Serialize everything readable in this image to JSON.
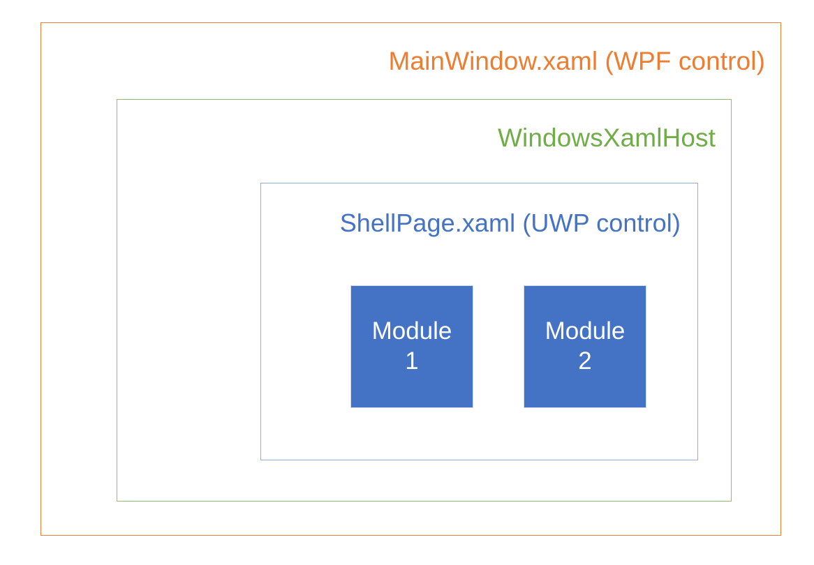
{
  "diagram": {
    "title": "MainWindow.xaml (WPF control)",
    "type": "nested-containers",
    "background_color": "#FFFFFF",
    "layers": [
      {
        "id": "mainwindow",
        "label": "MainWindow.xaml (WPF control)",
        "border_color": "#ED7D31",
        "text_color": "#ED7D31",
        "fill": "none",
        "level": 1
      },
      {
        "id": "windowsxamlhost",
        "label": "WindowsXamlHost",
        "border_color": "#8FBC6E",
        "text_color": "#70AD47",
        "fill": "none",
        "level": 2
      },
      {
        "id": "shellpage",
        "label": "ShellPage.xaml (UWP control)",
        "border_color": "#8FAFDB",
        "text_color": "#4472C4",
        "fill": "none",
        "level": 3
      }
    ],
    "modules": [
      {
        "id": "module-1",
        "label_line1": "Module",
        "label_line2": "1",
        "fill_color": "#4472C4",
        "text_color": "#FFFFFF"
      },
      {
        "id": "module-2",
        "label_line1": "Module",
        "label_line2": "2",
        "fill_color": "#4472C4",
        "text_color": "#FFFFFF"
      }
    ]
  }
}
